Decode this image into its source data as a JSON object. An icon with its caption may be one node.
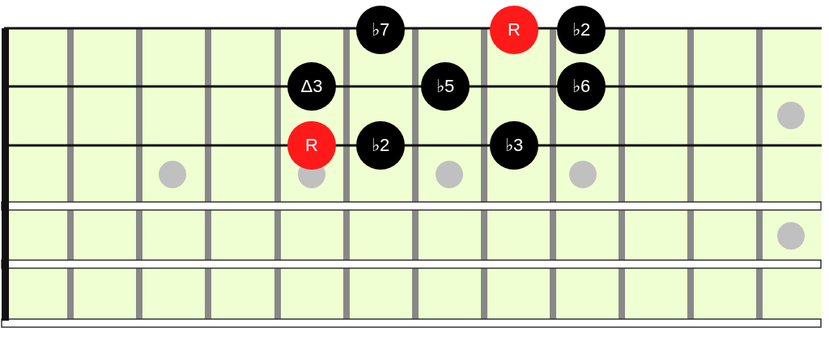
{
  "diagram": {
    "nodes": [
      {
        "text": [
          "♭7"
        ]
      },
      {
        "text": [
          "R"
        ]
      },
      {
        "text": [
          "♭2"
        ]
      },
      {
        "text": [
          "Δ3"
        ]
      },
      {
        "text": [
          "♭5"
        ]
      },
      {
        "text": [
          "♭6"
        ]
      },
      {
        "text": [
          "R"
        ]
      },
      {
        "text": [
          "♭2"
        ]
      },
      {
        "text": [
          "♭3"
        ]
      }
    ]
  }
}
